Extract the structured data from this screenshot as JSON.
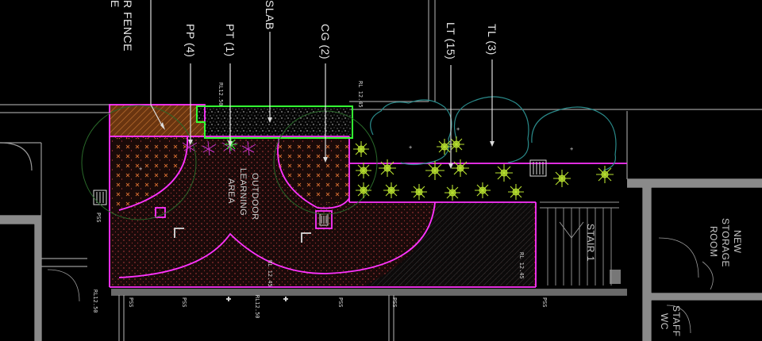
{
  "colors": {
    "background": "#000000",
    "wall": "#9a9a9a",
    "planting_boundary": "#ff33ff",
    "slab_boundary": "#33ff33",
    "tree_canopy": "#2a8a8a",
    "mulch_fill": "#8b4513",
    "lantana_fill": "#9acd32",
    "label_text": "#e8e8e8"
  },
  "callouts": [
    {
      "id": "fence",
      "text": "R FENCE",
      "text2": "E"
    },
    {
      "id": "pp",
      "text": "PP (4)"
    },
    {
      "id": "pt",
      "text": "PT (1)"
    },
    {
      "id": "slab",
      "text": "SLAB"
    },
    {
      "id": "cg",
      "text": "CG (2)"
    },
    {
      "id": "lt",
      "text": "LT (15)"
    },
    {
      "id": "tl",
      "text": "TL (3)"
    }
  ],
  "rooms": {
    "storage": [
      "NEW",
      "STORAGE",
      "ROOM"
    ],
    "stair": "STAIR 1",
    "staff": [
      "STAFF",
      "WC"
    ],
    "outdoor": [
      "OUTDOOR",
      "LEARNING",
      "AREA"
    ]
  },
  "annotations": {
    "level_tag": "RL12.50",
    "level_tag_alt": "RL 12.45",
    "pss": "PSS"
  }
}
